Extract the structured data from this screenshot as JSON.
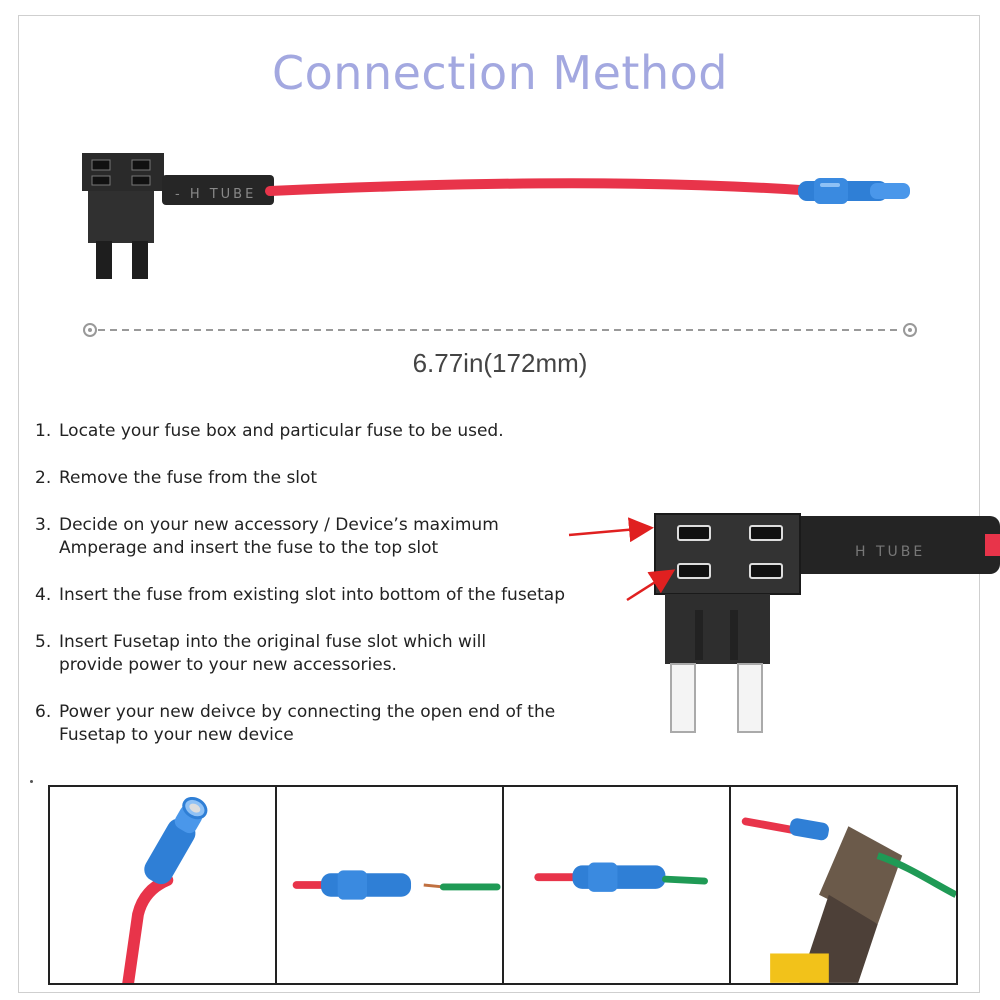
{
  "title": "Connection Method",
  "product": {
    "tube_text": "H TUBE"
  },
  "dimension": {
    "label": "6.77in(172mm)"
  },
  "steps": [
    {
      "num": "1.",
      "line1": "Locate your fuse box and particular fuse to be used.",
      "line2": ""
    },
    {
      "num": "2.",
      "line1": "Remove the fuse from the slot",
      "line2": ""
    },
    {
      "num": "3.",
      "line1": "Decide on your new accessory / Device’s maximum",
      "line2": "Amperage and insert the fuse to the top slot"
    },
    {
      "num": "4.",
      "line1": "Insert the fuse from existing slot into bottom of the fusetap",
      "line2": ""
    },
    {
      "num": "5.",
      "line1": "Insert Fusetap into the original fuse slot which will",
      "line2": "provide power to your new accessories."
    },
    {
      "num": "6.",
      "line1": "Power your new deivce by connecting the open end of the",
      "line2": "Fusetap to your new device"
    }
  ],
  "colors": {
    "title": "#a3a8e0",
    "wire_red": "#e8344a",
    "connector_blue": "#2f7fd6",
    "fuse_body": "#2b2b2b",
    "arrow_red": "#e02020",
    "wire_green": "#1f9a55"
  }
}
